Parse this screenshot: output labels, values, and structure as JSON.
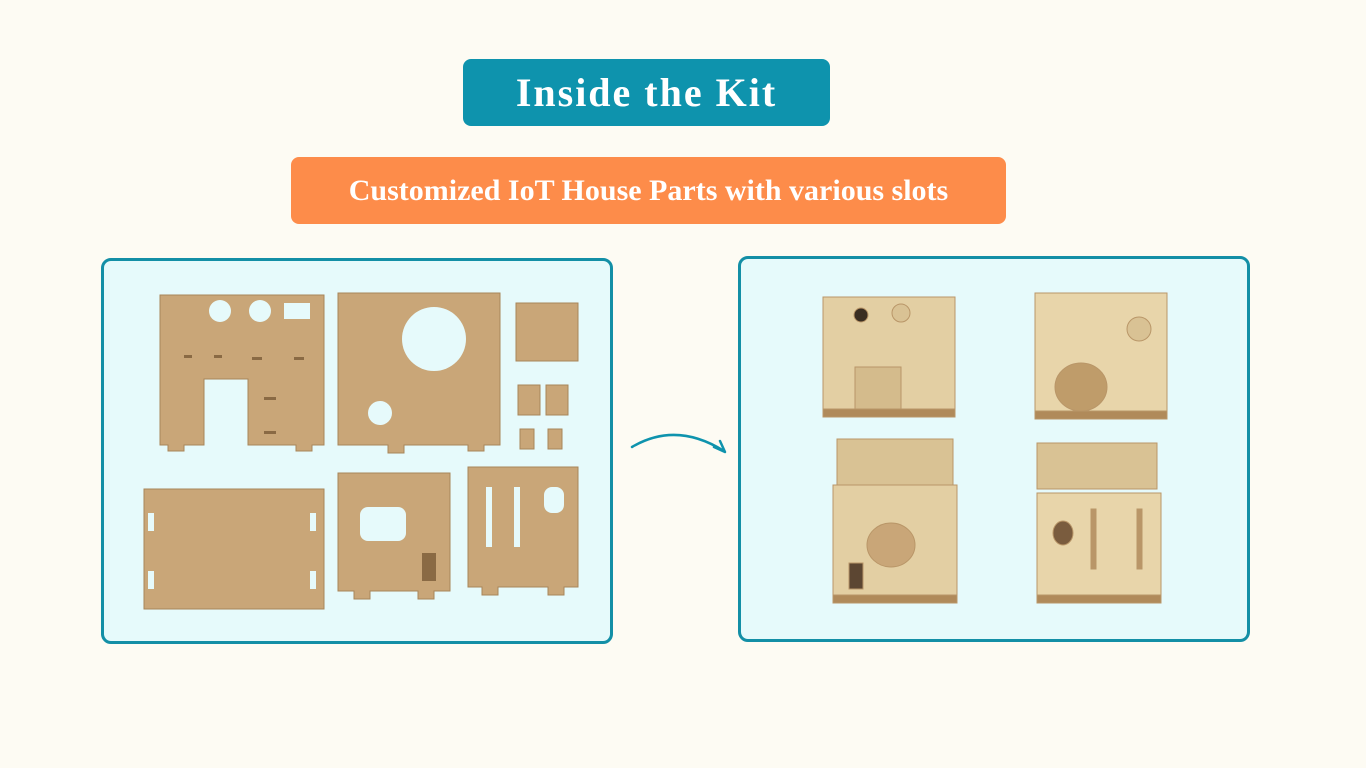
{
  "header": {
    "title": "Inside the Kit",
    "subtitle": "Customized IoT House Parts with various slots"
  },
  "panels": {
    "left_image": "flat-laser-cut-parts",
    "right_image": "assembled-house-views"
  },
  "arrow": {
    "icon": "curved-arrow-right-icon"
  },
  "colors": {
    "background": "#fdfbf3",
    "title_badge": "#0e93ad",
    "subtitle_badge": "#fd8c4a",
    "panel_border": "#138fa6",
    "panel_fill": "#e6fafb",
    "mdf": "#c9a678",
    "mdf_light": "#e8d5aa"
  }
}
